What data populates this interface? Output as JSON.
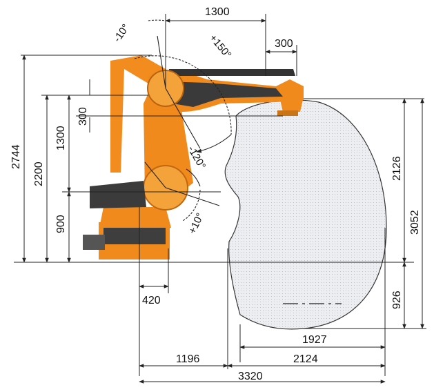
{
  "dimensions": {
    "d1300_top": "1300",
    "d300_top": "300",
    "d2744": "2744",
    "d2200": "2200",
    "d1300_left": "1300",
    "d300_left": "300",
    "d900": "900",
    "d420": "420",
    "d2126": "2126",
    "d3052": "3052",
    "d926": "926",
    "d1927": "1927",
    "d1196": "1196",
    "d2124": "2124",
    "d3320": "3320"
  },
  "angles": {
    "a_minus10": "-10°",
    "a_plus150": "+150°",
    "a_minus120": "-120°",
    "a_plus10": "+10°"
  },
  "colors": {
    "robot_orange": "#f08a1c",
    "robot_dark": "#3a3a3a",
    "envelope_fill": "#e6e8ec",
    "line": "#222222"
  }
}
